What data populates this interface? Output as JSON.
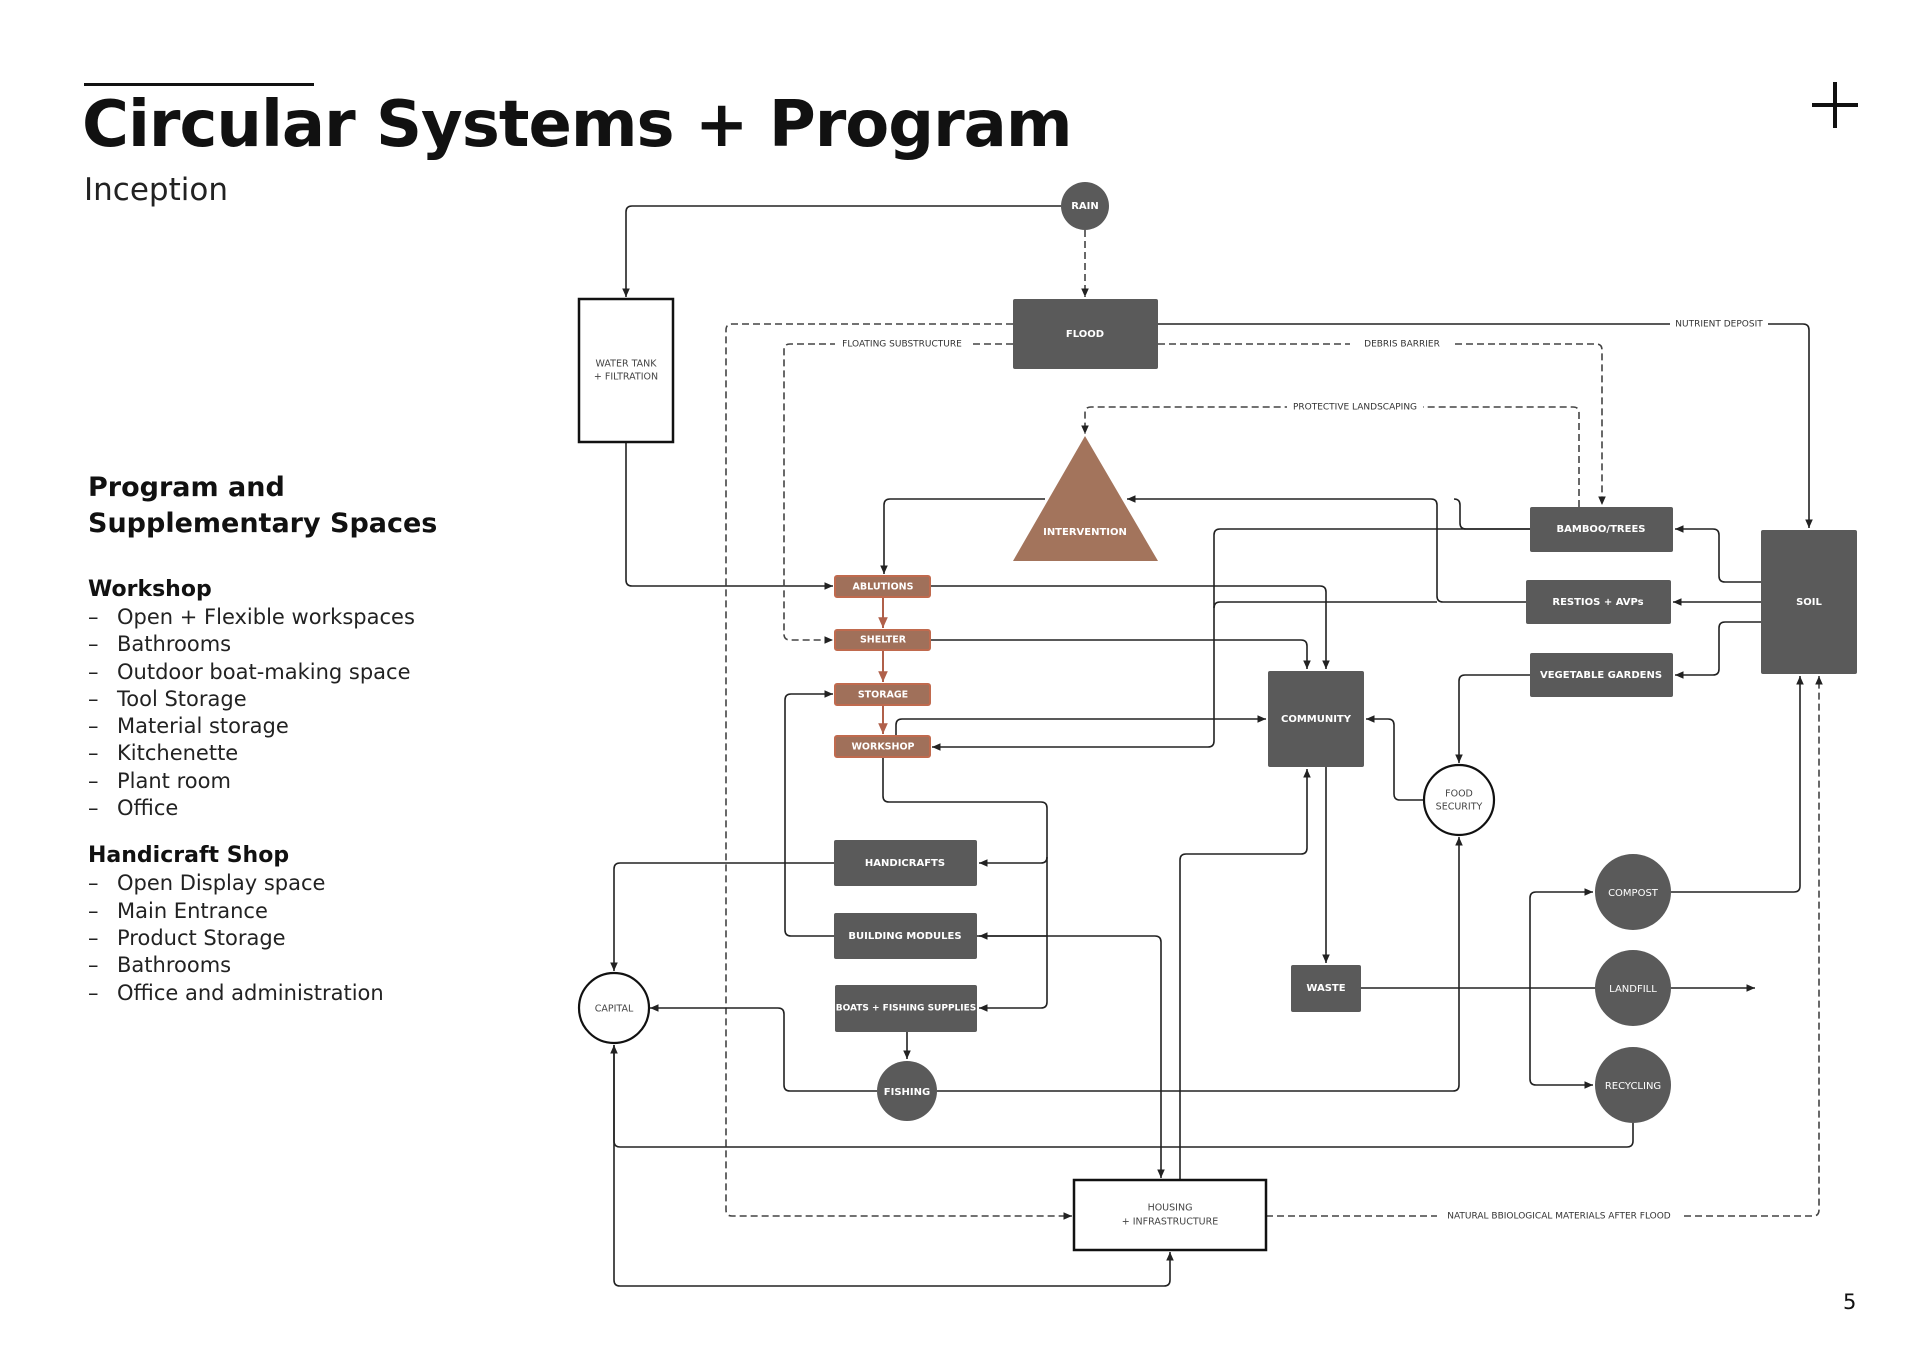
{
  "header": {
    "title": "Circular Systems + Program",
    "subtitle": "Inception",
    "page_number": "5",
    "corner_icon": "plus-icon"
  },
  "program": {
    "heading": "Program and Supplementary Spaces",
    "heading_line1": "Program and",
    "heading_line2": "Supplementary Spaces",
    "sections": [
      {
        "title": "Workshop",
        "items": [
          "Open + Flexible workspaces",
          "Bathrooms",
          "Outdoor boat-making space",
          "Tool Storage",
          "Material storage",
          "Kitchenette",
          "Plant room",
          "Office"
        ]
      },
      {
        "title": "Handicraft Shop",
        "items": [
          "Open Display space",
          "Main Entrance",
          "Product Storage",
          "Bathrooms",
          "Office and administration"
        ]
      }
    ],
    "bullet": "–"
  },
  "diagram": {
    "colors": {
      "dark_node": "#5a5a5a",
      "brown_node": "#a0705a",
      "line": "#222222"
    },
    "nodes": {
      "rain": "RAIN",
      "flood": "FLOOD",
      "water_tank_1": "WATER TANK",
      "water_tank_2": "+ FILTRATION",
      "intervention": "INTERVENTION",
      "ablutions": "ABLUTIONS",
      "shelter": "SHELTER",
      "storage": "STORAGE",
      "workshop": "WORKSHOP",
      "community": "COMMUNITY",
      "bamboo": "BAMBOO/TREES",
      "restios": "RESTIOS + AVPs",
      "vegetable": "VEGETABLE GARDENS",
      "soil": "SOIL",
      "food_1": "FOOD",
      "food_2": "SECURITY",
      "handicrafts": "HANDICRAFTS",
      "building_modules": "BUILDING MODULES",
      "boats": "BOATS + FISHING SUPPLIES",
      "fishing": "FISHING",
      "capital": "CAPITAL",
      "waste": "WASTE",
      "compost": "COMPOST",
      "landfill": "LANDFILL",
      "recycling": "RECYCLING",
      "housing_1": "HOUSING",
      "housing_2": "+ INFRASTRUCTURE"
    },
    "edge_labels": {
      "floating": "FLOATING SUBSTRUCTURE",
      "debris": "DEBRIS BARRIER",
      "nutrient": "NUTRIENT DEPOSIT",
      "protective": "PROTECTIVE LANDSCAPING",
      "natural": "NATURAL BBIOLOGICAL MATERIALS AFTER FLOOD"
    }
  }
}
